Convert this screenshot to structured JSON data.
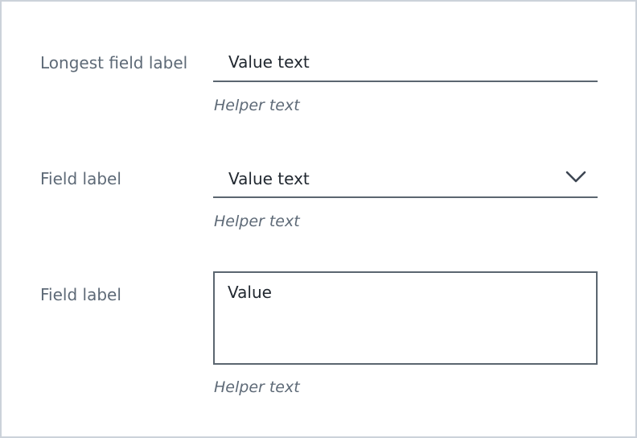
{
  "page": {
    "background_color": "#ffffff",
    "border_color": "#ccd2da"
  },
  "colors": {
    "label_text": "#5e6a77",
    "helper_text": "#5e6a77",
    "value_text": "#212830",
    "control_line": "#5b6670",
    "chevron": "#3d4653"
  },
  "form": {
    "fields": [
      {
        "type": "text-input",
        "label": "Longest field label",
        "value": "Value text",
        "helper": "Helper text"
      },
      {
        "type": "select",
        "label": "Field label",
        "value": "Value text",
        "helper": "Helper text"
      },
      {
        "type": "textarea",
        "label": "Field label",
        "value": "Value",
        "helper": "Helper text"
      }
    ]
  },
  "icons": {
    "select_chevron": "chevron-down"
  }
}
